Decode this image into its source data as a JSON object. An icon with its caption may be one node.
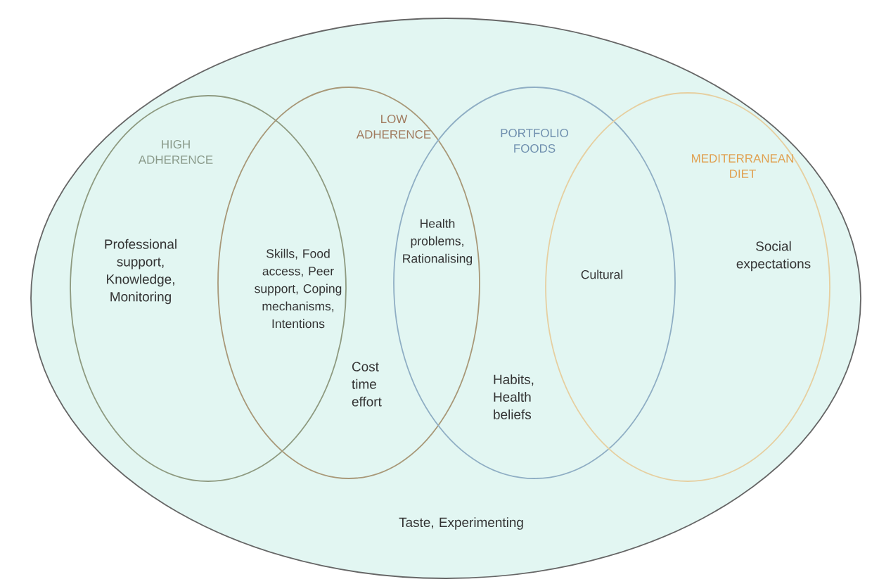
{
  "diagram": {
    "nodes": [
      {
        "text": [
          "Taste, Experimenting"
        ]
      },
      {
        "text": [
          "HIGH ADHERENCE",
          "Professional support, Knowledge, Monitoring"
        ],
        "in": 0
      },
      {
        "text": [
          "LOW ADHERENCE",
          "Cost time effort"
        ],
        "in": 0
      },
      {
        "text": [
          "PORTFOLIO FOODS",
          "Habits, Health beliefs"
        ],
        "in": 0
      },
      {
        "text": [
          "MEDITERRANEAN DIET",
          "Social expectations"
        ],
        "in": 0
      }
    ],
    "labels": [
      "Health problems, Rationalising",
      "Cultural",
      "Skills, Food access, Peer support, Coping mechanisms, Intentions"
    ]
  }
}
